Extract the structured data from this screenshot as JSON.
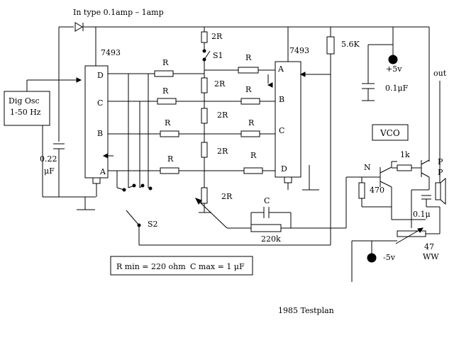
{
  "diode_label": "In type  0.1amp – 1amp",
  "chip_left": {
    "name": "7493",
    "pins": [
      "D",
      "C",
      "B",
      "A"
    ]
  },
  "chip_right": {
    "name": "7493",
    "pins": [
      "A",
      "B",
      "C",
      "D"
    ]
  },
  "osc": {
    "line1": "Dig Osc",
    "line2": "1-50 Hz"
  },
  "cap_left": {
    "value": "0.22",
    "unit": "μF"
  },
  "ladder": {
    "r_label": "R",
    "two_r_label": "2R",
    "switch1": "S1",
    "switch2": "S2"
  },
  "supply": {
    "res_56k": "5.6K",
    "vplus": "+5v",
    "cap_01": "0.1μF",
    "vminus": "-5v"
  },
  "vco_label": "VCO",
  "out_label": "out",
  "cap_c": "C",
  "res_220k": "220k",
  "transistor_n": "N",
  "transistor_p": [
    "P",
    "P"
  ],
  "res_1k": "1k",
  "res_470": "470",
  "cap_01u": "0.1μ",
  "pot": {
    "value": "47",
    "type": "WW"
  },
  "note": {
    "rmin": "R min = 220 ohm",
    "cmax": "C max  =  1 μF"
  },
  "footer": "1985  Testplan"
}
